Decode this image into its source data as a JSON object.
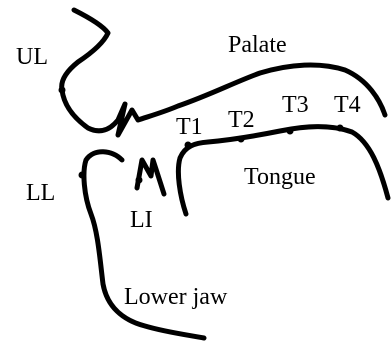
{
  "labels": {
    "upper_lip": "UL",
    "palate": "Palate",
    "lower_lip": "LL",
    "lower_incisor": "LI",
    "tongue": "Tongue",
    "lower_jaw": "Lower jaw",
    "tongue_sensors": [
      "T1",
      "T2",
      "T3",
      "T4"
    ]
  },
  "colors": {
    "ink": "#000000",
    "background": "#ffffff"
  }
}
